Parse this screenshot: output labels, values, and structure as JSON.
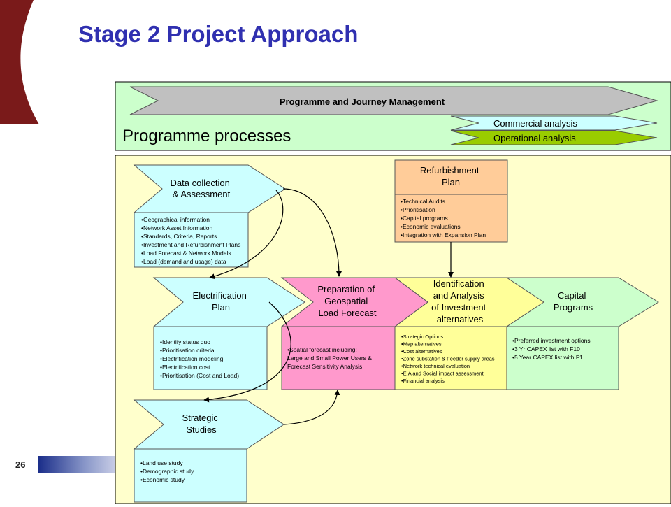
{
  "slide": {
    "title": "Stage 2 Project Approach",
    "number": "26"
  },
  "top_panel": {
    "banner": "Programme and Journey Management",
    "heading": "Programme processes",
    "commercial": "Commercial analysis",
    "operational": "Operational analysis"
  },
  "nodes": {
    "data_collection": {
      "title": [
        "Data collection",
        "& Assessment"
      ],
      "items": [
        "•Geographical information",
        "•Network Asset Information",
        "•Standards, Criteria, Reports",
        "•Investment and Refurbishment Plans",
        "•Load Forecast & Network Models",
        "•Load (demand and usage) data"
      ]
    },
    "refurbishment": {
      "title": [
        "Refurbishment",
        "Plan"
      ],
      "items": [
        "•Technical Audits",
        "•Prioritisation",
        "•Capital programs",
        "•Economic evaluations",
        "•Integration with Expansion Plan"
      ]
    },
    "electrification": {
      "title": [
        "Electrification",
        "Plan"
      ],
      "items": [
        "•Identify status quo",
        "•Prioritisation criteria",
        "•Electrification modeling",
        "•Electrification cost",
        "•Prioritisation (Cost and Load)"
      ]
    },
    "geospatial": {
      "title": [
        "Preparation of",
        "Geospatial",
        "Load Forecast"
      ],
      "items": [
        "•Spatial forecast including:",
        "Large and Small Power Users &",
        "Forecast Sensitivity Analysis"
      ]
    },
    "identification": {
      "title": [
        "Identification",
        "and Analysis",
        "of Investment",
        "alternatives"
      ],
      "items": [
        "•Strategic Options",
        "•Map alternatives",
        "•Cost alternatives",
        "•Zone substation & Feeder supply areas",
        "•Network technical evaluation",
        "•EIA and Social impact assessment",
        "•Financial analysis"
      ]
    },
    "capital": {
      "title": [
        "Capital",
        "Programs"
      ],
      "items": [
        "•Preferred investment options",
        "•3 Yr CAPEX list with F10",
        "•5 Year CAPEX list with F1"
      ]
    },
    "strategic": {
      "title": [
        "Strategic",
        "Studies"
      ],
      "items": [
        "•Land use study",
        "•Demographic study",
        "•Economic study"
      ]
    }
  },
  "colors": {
    "title": "#3030b0",
    "top_panel_bg": "#ccffcc",
    "main_panel_bg": "#ffffcc",
    "banner": "#c0c0c0",
    "commercial": "#ccffff",
    "operational": "#99cc00",
    "cyan_node": "#ccffff",
    "refurb_node": "#ffcc99",
    "geospatial_node": "#ff99cc",
    "identification_node": "#ffff99",
    "capital_node": "#ccffcc",
    "maroon": "#7a1a1a"
  }
}
